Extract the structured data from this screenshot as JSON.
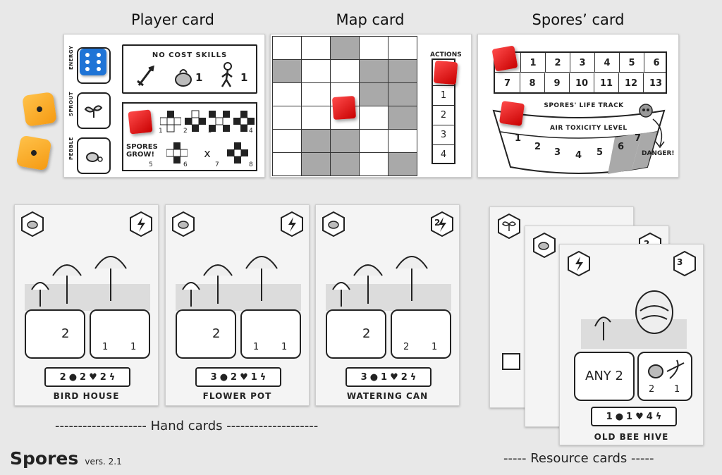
{
  "titles": {
    "player_card": "Player card",
    "map_card": "Map card",
    "spores_card": "Spores’ card",
    "hand_cards": "-------------------- Hand cards --------------------",
    "resource_cards": "----- Resource cards -----"
  },
  "game": {
    "name": "Spores",
    "version": "vers. 2.1"
  },
  "player_card": {
    "side_labels": [
      "ENERGY",
      "SPROUT",
      "PEBBLE"
    ],
    "no_cost_title": "NO COST SKILLS",
    "no_cost_values": [
      "1",
      "1"
    ],
    "grow_label": "SPORES GROW!",
    "grid_numbers": [
      "1",
      "2",
      "3",
      "4",
      "5",
      "6",
      "7",
      "8"
    ],
    "times": "x"
  },
  "map_card": {
    "actions_label": "ACTIONS",
    "actions": [
      "1",
      "2",
      "3",
      "4"
    ]
  },
  "spores_card": {
    "track_row1": [
      "1",
      "2",
      "3",
      "4",
      "5",
      "6"
    ],
    "track_row2": [
      "7",
      "8",
      "9",
      "10",
      "11",
      "12",
      "13"
    ],
    "life_track_label": "SPORES' LIFE TRACK",
    "air_label": "AIR TOXICITY LEVEL",
    "air_levels": [
      "1",
      "2",
      "3",
      "4",
      "5",
      "6",
      "7"
    ],
    "danger": "DANGER!"
  },
  "hand_cards": [
    {
      "name": "BIRD HOUSE",
      "hex_cost": "",
      "left_value": "2",
      "right_values": [
        "1",
        "1"
      ],
      "cost": "2",
      "cost_b": "2",
      "cost_c": "2"
    },
    {
      "name": "FLOWER POT",
      "hex_cost": "",
      "left_value": "2",
      "right_values": [
        "1",
        "1"
      ],
      "cost": "3",
      "cost_b": "2",
      "cost_c": "1"
    },
    {
      "name": "WATERING CAN",
      "hex_cost": "2",
      "left_value": "2",
      "right_values": [
        "2",
        "1"
      ],
      "cost": "3",
      "cost_b": "1",
      "cost_c": "2"
    }
  ],
  "resource_cards": {
    "back_hex": [
      "",
      "2"
    ],
    "front": {
      "name": "OLD BEE HIVE",
      "hex_cost": "3",
      "left_text": "ANY 2",
      "right_values": [
        "2",
        "1"
      ],
      "cost": "1",
      "cost_b": "1",
      "cost_c": "4"
    }
  },
  "colors": {
    "red_cube": "#e21a1a",
    "orange_die": "#f7a11c",
    "blue_die": "#1f74d6",
    "gray_cell": "#a9a9a9"
  }
}
